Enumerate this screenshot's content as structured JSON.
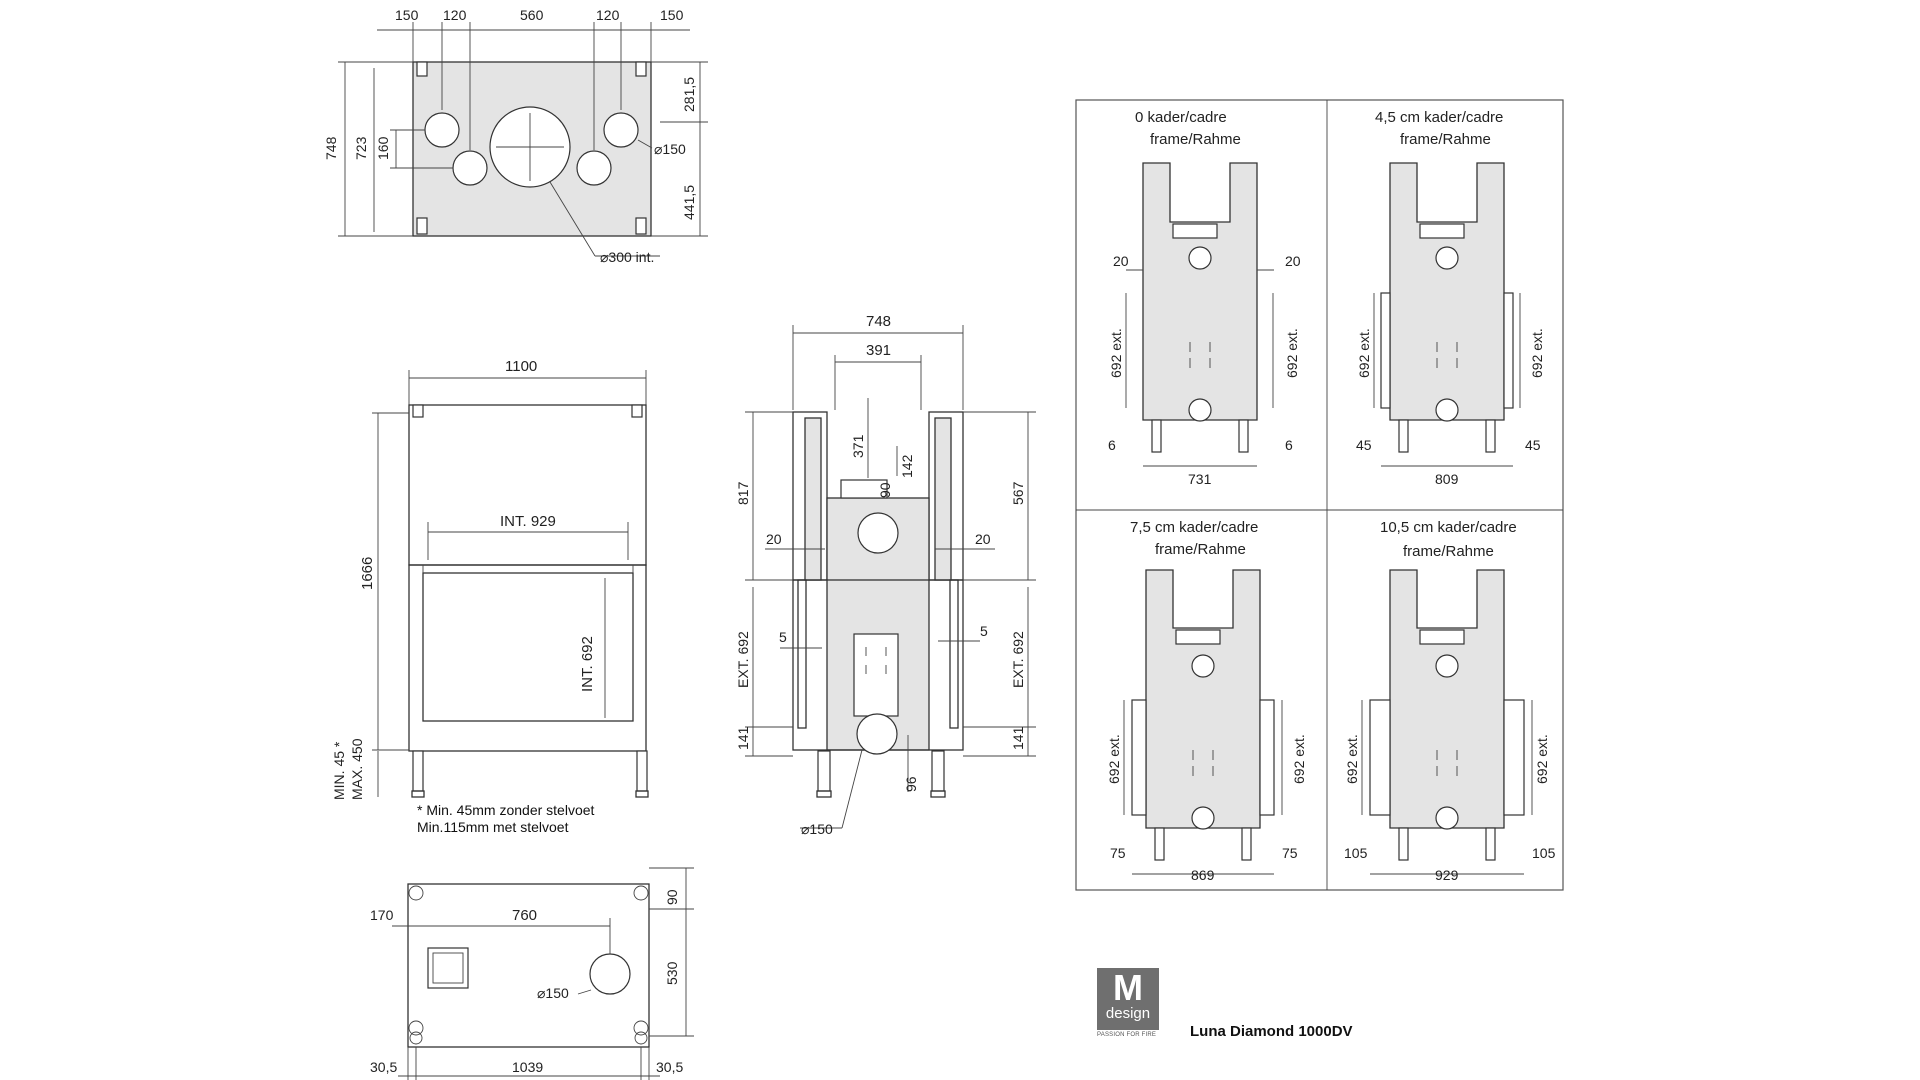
{
  "top_view": {
    "dims_top": [
      "150",
      "120",
      "560",
      "120",
      "150"
    ],
    "dim_total_height": "748",
    "dim_inner_height": "723",
    "dim_spacing": "160",
    "dim_upper": "281,5",
    "dim_lower": "441,5",
    "dim_small_hole": "⌀150",
    "dim_main_hole": "⌀300 int."
  },
  "front_view": {
    "dim_width": "1100",
    "dim_int_width": "INT. 929",
    "dim_height": "1666",
    "dim_int_height": "INT. 692",
    "dim_legs": "MIN. 45 *\nMAX. 450",
    "note_line1": "* Min. 45mm zonder stelvoet",
    "note_line2": "Min.115mm met stelvoet"
  },
  "side_view": {
    "dim_outer": "748",
    "dim_inner": "391",
    "dim_371": "371",
    "dim_90": "90",
    "dim_142": "142",
    "dim_817": "817",
    "dim_567": "567",
    "dim_20_left": "20",
    "dim_20_right": "20",
    "dim_5_left": "5",
    "dim_5_right": "5",
    "dim_ext_left": "EXT. 692",
    "dim_ext_right": "EXT. 692",
    "dim_141_left": "141",
    "dim_141_right": "141",
    "dim_96": "96",
    "dim_hole": "⌀150"
  },
  "base_view": {
    "dim_170": "170",
    "dim_760": "760",
    "dim_90": "90",
    "dim_530": "530",
    "dim_hole": "⌀150",
    "dim_left": "30,5",
    "dim_width": "1039",
    "dim_right": "30,5"
  },
  "frame_panels": [
    {
      "line1": "0  kader/cadre",
      "line2": "frame/Rahme",
      "side": "20",
      "ext": "692 ext.",
      "foot": "6",
      "width": "731"
    },
    {
      "line1": "4,5 cm  kader/cadre",
      "line2": "frame/Rahme",
      "side": "",
      "ext": "692 ext.",
      "foot": "45",
      "width": "809"
    },
    {
      "line1": "7,5 cm  kader/cadre",
      "line2": "frame/Rahme",
      "side": "",
      "ext": "692 ext.",
      "foot": "75",
      "width": "869"
    },
    {
      "line1": "10,5 cm kader/cadre",
      "line2": "frame/Rahme",
      "side": "",
      "ext": "692 ext.",
      "foot": "105",
      "width": "929"
    }
  ],
  "brand": {
    "logo_letter": "M",
    "logo_word": "design",
    "tagline": "PASSION FOR FIRE",
    "model": "Luna Diamond 1000DV"
  }
}
